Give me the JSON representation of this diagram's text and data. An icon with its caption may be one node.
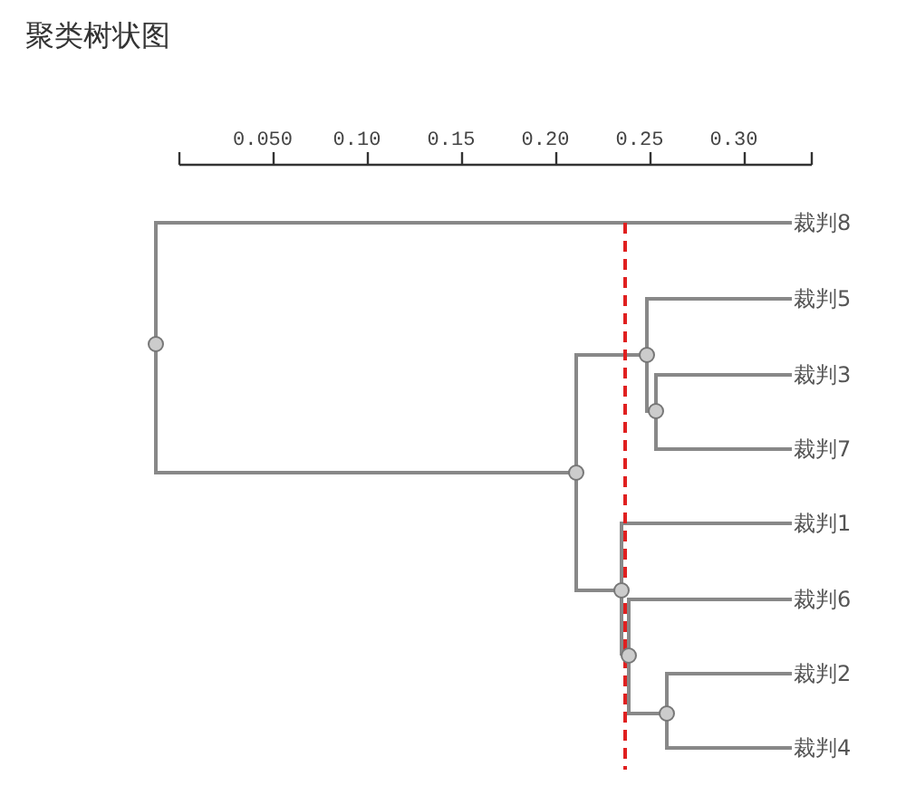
{
  "diagram": {
    "title": "聚类树状图",
    "nodes": [
      {
        "text": [],
        "shape": "circle"
      },
      {
        "text": [],
        "shape": "circle"
      },
      {
        "text": [],
        "shape": "circle"
      },
      {
        "text": [],
        "shape": "circle"
      },
      {
        "text": [],
        "shape": "circle"
      },
      {
        "text": [],
        "shape": "circle"
      },
      {
        "text": [],
        "shape": "circle"
      },
      {
        "text": [
          "裁判8"
        ]
      },
      {
        "text": [
          "裁判5"
        ]
      },
      {
        "text": [
          "裁判3"
        ]
      },
      {
        "text": [
          "裁判7"
        ]
      },
      {
        "text": [
          "裁判1"
        ]
      },
      {
        "text": [
          "裁判6"
        ]
      },
      {
        "text": [
          "裁判2"
        ]
      },
      {
        "text": [
          "裁判4"
        ]
      }
    ],
    "edges": [
      {
        "from": 0,
        "to": 7,
        "arrow": "none"
      },
      {
        "from": 0,
        "to": 1,
        "arrow": "none"
      },
      {
        "from": 1,
        "to": 2,
        "arrow": "none"
      },
      {
        "from": 1,
        "to": 3,
        "arrow": "none"
      },
      {
        "from": 2,
        "to": 8,
        "arrow": "none"
      },
      {
        "from": 2,
        "to": 4,
        "arrow": "none"
      },
      {
        "from": 4,
        "to": 9,
        "arrow": "none"
      },
      {
        "from": 4,
        "to": 10,
        "arrow": "none"
      },
      {
        "from": 3,
        "to": 11,
        "arrow": "none"
      },
      {
        "from": 3,
        "to": 5,
        "arrow": "none"
      },
      {
        "from": 5,
        "to": 12,
        "arrow": "none"
      },
      {
        "from": 5,
        "to": 6,
        "arrow": "none"
      },
      {
        "from": 6,
        "to": 13,
        "arrow": "none"
      },
      {
        "from": 6,
        "to": 14,
        "arrow": "none"
      }
    ],
    "labels": [
      "0.050",
      "0.10",
      "0.15",
      "0.20",
      "0.25",
      "0.30"
    ]
  }
}
